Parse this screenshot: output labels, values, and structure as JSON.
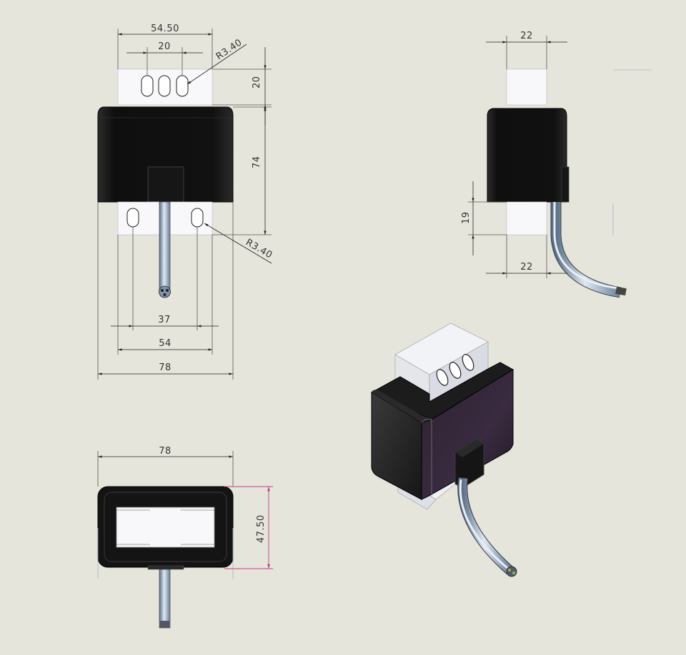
{
  "front_view": {
    "top_width": "54.50",
    "slot_spacing": "20",
    "top_radius": "R3.40",
    "top_height": "20",
    "body_height": "74",
    "bottom_radius": "R3.40",
    "hole_spacing": "37",
    "base_width": "54",
    "overall_width": "78"
  },
  "side_view": {
    "top_width": "22",
    "base_height": "19",
    "base_width": "22"
  },
  "bottom_view": {
    "overall_width": "78",
    "depth": "47.50"
  },
  "colors": {
    "background": "#e6e5dc",
    "body": "#141414",
    "insert": "#f8f8fb",
    "dimension": "#222222",
    "highlight_dimension": "#c0407a",
    "cable": "#b7c9dc"
  }
}
